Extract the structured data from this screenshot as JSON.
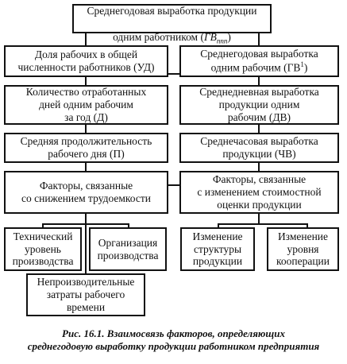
{
  "title_box": {
    "line1": "Среднегодовая выработка продукции",
    "line2_prefix": "одним работником (",
    "line2_var": "ГВ",
    "line2_sub": "ппп",
    "line2_suffix": ")"
  },
  "left_column": {
    "share_workers": "Доля рабочих в общей\nчисленности работников (УД)",
    "days_worked": "Количество отработанных\nдней одним рабочим\nза год (Д)",
    "workday_length": "Средняя продолжительность\nрабочего дня (П)",
    "labor_factors": "Факторы, связанные\nсо снижением трудоемкости"
  },
  "right_column": {
    "annual_output_prefix": "Среднегодовая выработка\nодним рабочим (ГВ",
    "annual_output_sup": "1",
    "annual_output_suffix": ")",
    "daily_output": "Среднедневная выработка\nпродукции одним\nрабочим (ДВ)",
    "hourly_output": "Среднечасовая выработка\nпродукции (ЧВ)",
    "cost_factors": "Факторы, связанные\nс изменением стоимостной\nоценки продукции"
  },
  "bottom_left": {
    "technical_level": "Технический\nуровень\nпроизводства",
    "production_org": "Организация\nпроизводства",
    "unproductive_time": "Непроизводительные\nзатраты рабочего\nвремени"
  },
  "bottom_right": {
    "structure_change": "Изменение\nструктуры\nпродукции",
    "cooperation_change": "Изменение\nуровня\nкооперации"
  },
  "caption": {
    "line1": "Рис. 16.1. Взаимосвязь факторов, определяющих",
    "line2": "среднегодовую выработку продукции работником предприятия"
  }
}
